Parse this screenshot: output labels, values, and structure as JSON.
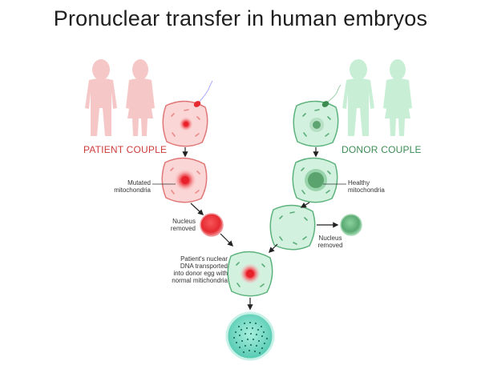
{
  "title": "Pronuclear transfer in human embryos",
  "labels": {
    "patient_couple": "PATIENT COUPLE",
    "donor_couple": "DONOR COUPLE",
    "mutated_mitochondria": "Mutated\nmitochondria",
    "healthy_mitochondria": "Healthy\nmitochondria",
    "nucleus_removed_left": "Nucleus\nremoved",
    "nucleus_removed_right": "Nucleus\nremoved",
    "transfer_note": "Patient's nuclear\nDNA transported\ninto donor egg with\nnormal mitichondria"
  },
  "colors": {
    "patient": "#f6b9b9",
    "patient_outline": "#e07676",
    "patient_nucleus": "#e8202a",
    "donor": "#bde9cf",
    "donor_outline": "#5cb27c",
    "donor_nucleus": "#4f9a63",
    "embryo": "#5fcfb9"
  }
}
